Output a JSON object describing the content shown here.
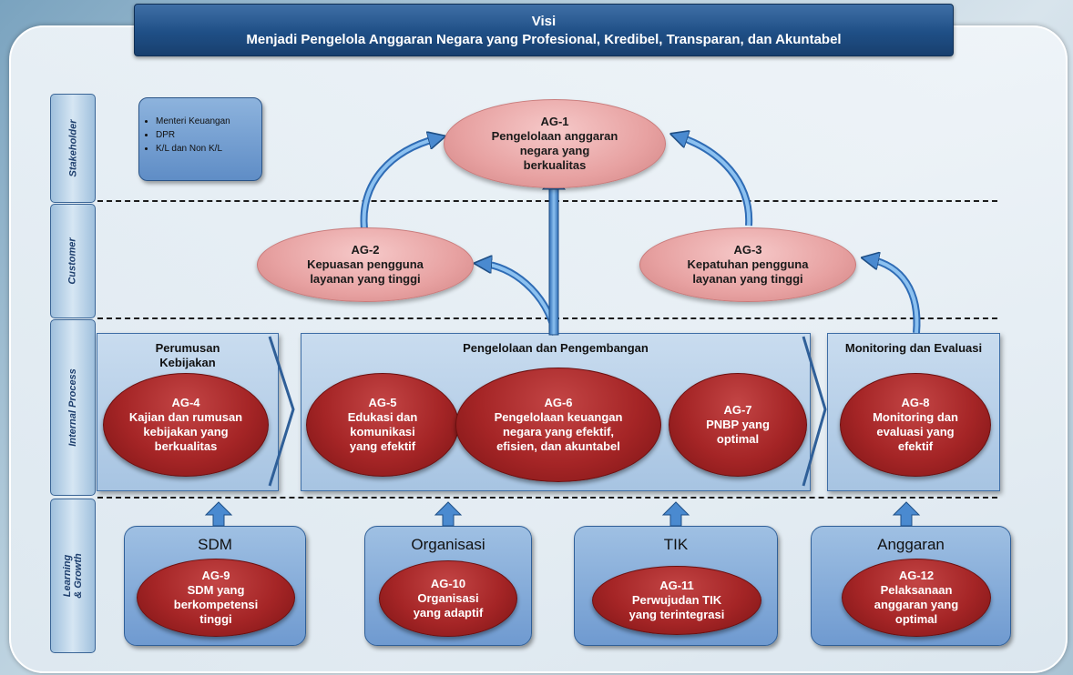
{
  "visi": {
    "title": "Visi",
    "statement": "Menjadi Pengelola Anggaran Negara yang Profesional, Kredibel, Transparan, dan Akuntabel"
  },
  "perspectives": {
    "stakeholder": "Stakeholder",
    "customer": "Customer",
    "internal": "Internal Process",
    "learning": "Learning\n& Growth"
  },
  "stakeholders": [
    "Menteri Keuangan",
    "DPR",
    "K/L dan Non K/L"
  ],
  "ag1": {
    "code": "AG-1",
    "l1": "Pengelolaan anggaran",
    "l2": "negara yang",
    "l3": "berkualitas"
  },
  "ag2": {
    "code": "AG-2",
    "l1": "Kepuasan pengguna",
    "l2": "layanan yang tinggi"
  },
  "ag3": {
    "code": "AG-3",
    "l1": "Kepatuhan pengguna",
    "l2": "layanan yang tinggi"
  },
  "panels": {
    "perumusan": {
      "l1": "Perumusan",
      "l2": "Kebijakan"
    },
    "pengelolaan": "Pengelolaan dan Pengembangan",
    "monev": "Monitoring dan Evaluasi"
  },
  "ag4": {
    "code": "AG-4",
    "l1": "Kajian dan rumusan",
    "l2": "kebijakan yang",
    "l3": "berkualitas"
  },
  "ag5": {
    "code": "AG-5",
    "l1": "Edukasi dan",
    "l2": "komunikasi",
    "l3": "yang efektif"
  },
  "ag6": {
    "code": "AG-6",
    "l1": "Pengelolaan keuangan",
    "l2": "negara yang efektif,",
    "l3": "efisien, dan akuntabel"
  },
  "ag7": {
    "code": "AG-7",
    "l1": "PNBP yang",
    "l2": "optimal"
  },
  "ag8": {
    "code": "AG-8",
    "l1": "Monitoring dan",
    "l2": "evaluasi yang",
    "l3": "efektif"
  },
  "learning": {
    "sdm": {
      "title": "SDM",
      "code": "AG-9",
      "l1": "SDM yang",
      "l2": "berkompetensi",
      "l3": "tinggi"
    },
    "org": {
      "title": "Organisasi",
      "code": "AG-10",
      "l1": "Organisasi",
      "l2": "yang adaptif"
    },
    "tik": {
      "title": "TIK",
      "code": "AG-11",
      "l1": "Perwujudan TIK",
      "l2": "yang terintegrasi"
    },
    "anggaran": {
      "title": "Anggaran",
      "code": "AG-12",
      "l1": "Pelaksanaan",
      "l2": "anggaran yang",
      "l3": "optimal"
    }
  },
  "colors": {
    "arrow": "#4a8ad0",
    "dark_red": "#a52526",
    "pink": "#e7a1a1",
    "navy": "#1f4f86"
  }
}
